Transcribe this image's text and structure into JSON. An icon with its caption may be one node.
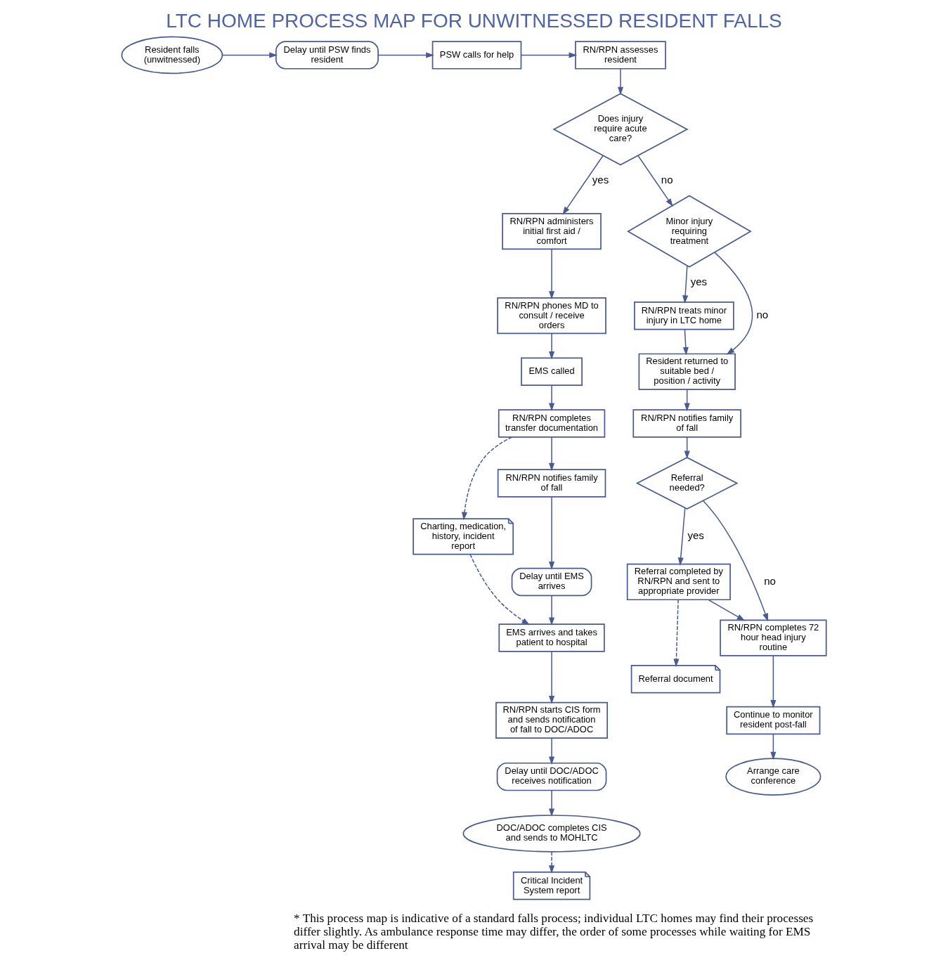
{
  "diagram": {
    "title": "LTC HOME PROCESS MAP FOR UNWITNESSED RESIDENT FALLS",
    "caption": "* This process map is indicative of a standard falls process; individual LTC homes may find their processes differ slightly. As ambulance response time may differ, the order of some processes while waiting for EMS arrival may be different",
    "nodes": [
      {
        "text": [
          "Resident falls (unwitnessed)"
        ]
      },
      {
        "text": [
          "Delay until PSW finds resident"
        ]
      },
      {
        "text": [
          "PSW calls for help"
        ]
      },
      {
        "text": [
          "RN/RPN assesses resident"
        ]
      },
      {
        "text": [
          "Does injury require acute care?"
        ]
      },
      {
        "text": [
          "RN/RPN administers initial first aid / comfort"
        ]
      },
      {
        "text": [
          "RN/RPN phones MD to consult / receive orders"
        ]
      },
      {
        "text": [
          "EMS called"
        ]
      },
      {
        "text": [
          "RN/RPN completes transfer documentation"
        ]
      },
      {
        "text": [
          "Charting, medication, history, incident report"
        ]
      },
      {
        "text": [
          "RN/RPN notifies family of fall"
        ]
      },
      {
        "text": [
          "Delay until EMS arrives"
        ]
      },
      {
        "text": [
          "EMS arrives and takes patient to hospital"
        ]
      },
      {
        "text": [
          "RN/RPN starts CIS form and sends notification of fall to DOC/ADOC"
        ]
      },
      {
        "text": [
          "Delay until DOC/ADOC receives notification"
        ]
      },
      {
        "text": [
          "DOC/ADOC completes CIS and sends to MOHLTC"
        ]
      },
      {
        "text": [
          "Critical Incident System report"
        ]
      },
      {
        "text": [
          "Minor injury requiring treatment"
        ]
      },
      {
        "text": [
          "RN/RPN treats minor injury in LTC home"
        ]
      },
      {
        "text": [
          "Resident returned to suitable bed / position / activity"
        ]
      },
      {
        "text": [
          "RN/RPN notifies family of fall"
        ]
      },
      {
        "text": [
          "Referral needed?"
        ]
      },
      {
        "text": [
          "Referral completed by RN/RPN and sent to appropriate provider"
        ]
      },
      {
        "text": [
          "Referral document"
        ]
      },
      {
        "text": [
          "RN/RPN completes 72 hour head injury routine"
        ]
      },
      {
        "text": [
          "Continue to monitor resident post-fall"
        ]
      },
      {
        "text": [
          "Arrange care conference"
        ]
      }
    ],
    "edges": [
      {
        "from": 0,
        "to": 1,
        "arrow": "to"
      },
      {
        "from": 1,
        "to": 2,
        "arrow": "to"
      },
      {
        "from": 2,
        "to": 3,
        "arrow": "to"
      },
      {
        "from": 3,
        "to": 4,
        "arrow": "to"
      },
      {
        "from": 4,
        "to": 5,
        "arrow": "to",
        "label": "yes"
      },
      {
        "from": 4,
        "to": 17,
        "arrow": "to",
        "label": "no"
      },
      {
        "from": 5,
        "to": 6,
        "arrow": "to"
      },
      {
        "from": 6,
        "to": 7,
        "arrow": "to"
      },
      {
        "from": 7,
        "to": 8,
        "arrow": "to"
      },
      {
        "from": 8,
        "to": 9,
        "arrow": "to",
        "style": "dashed"
      },
      {
        "from": 8,
        "to": 10,
        "arrow": "to"
      },
      {
        "from": 10,
        "to": 11,
        "arrow": "to"
      },
      {
        "from": 11,
        "to": 12,
        "arrow": "to"
      },
      {
        "from": 9,
        "to": 12,
        "arrow": "to",
        "style": "dashed"
      },
      {
        "from": 12,
        "to": 13,
        "arrow": "to"
      },
      {
        "from": 13,
        "to": 14,
        "arrow": "to"
      },
      {
        "from": 14,
        "to": 15,
        "arrow": "to"
      },
      {
        "from": 15,
        "to": 16,
        "arrow": "to",
        "style": "dashed"
      },
      {
        "from": 17,
        "to": 19,
        "arrow": "to",
        "label": "no"
      },
      {
        "from": 17,
        "to": 18,
        "arrow": "to",
        "label": "yes"
      },
      {
        "from": 18,
        "to": 19,
        "arrow": "to"
      },
      {
        "from": 19,
        "to": 20,
        "arrow": "to"
      },
      {
        "from": 20,
        "to": 21,
        "arrow": "to"
      },
      {
        "from": 21,
        "to": 22,
        "arrow": "to",
        "label": "yes"
      },
      {
        "from": 21,
        "to": 24,
        "arrow": "to",
        "label": "no"
      },
      {
        "from": 22,
        "to": 23,
        "arrow": "to",
        "style": "dashed"
      },
      {
        "from": 22,
        "to": 24,
        "arrow": "to"
      },
      {
        "from": 24,
        "to": 25,
        "arrow": "to"
      },
      {
        "from": 25,
        "to": 26,
        "arrow": "to"
      }
    ]
  }
}
